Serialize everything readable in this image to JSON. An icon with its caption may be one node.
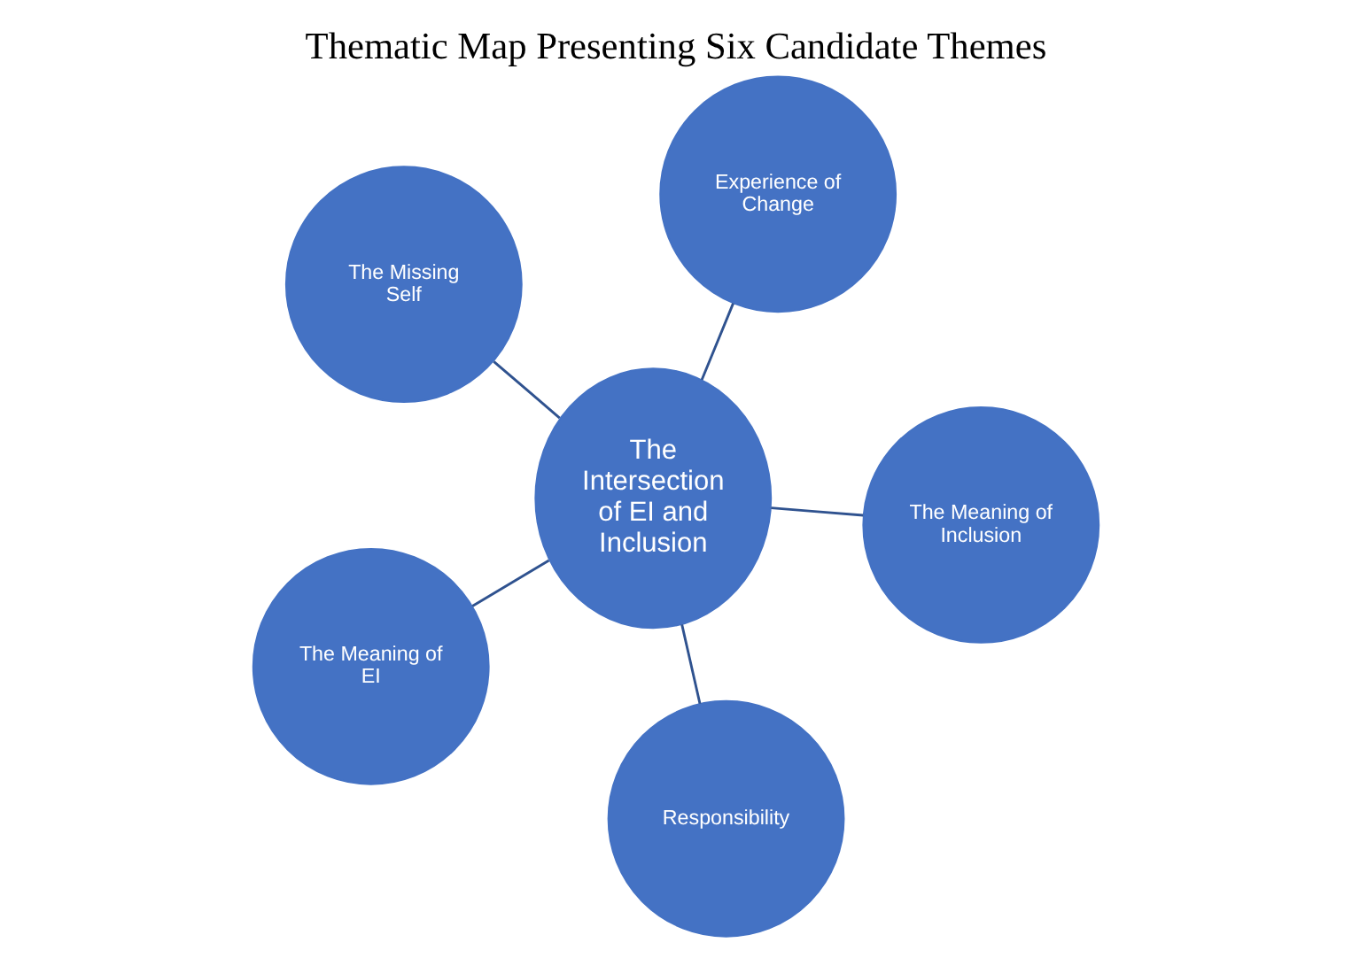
{
  "diagram": {
    "title": "Thematic Map Presenting Six Candidate Themes",
    "nodes": [
      {
        "text": [
          "The Meaning of EI"
        ]
      },
      {
        "text": [
          "The Meaning of Inclusion"
        ]
      },
      {
        "text": [
          "Responsibility"
        ]
      },
      {
        "text": [
          "Experience of Change"
        ]
      },
      {
        "text": [
          "The Intersection of EI and Inclusion"
        ]
      },
      {
        "text": [
          "The Missing Self"
        ]
      }
    ],
    "edges": [
      {
        "from": 4,
        "to": 0,
        "arrow": "none"
      },
      {
        "from": 4,
        "to": 1,
        "arrow": "none"
      },
      {
        "from": 4,
        "to": 2,
        "arrow": "none"
      },
      {
        "from": 4,
        "to": 3,
        "arrow": "none"
      },
      {
        "from": 4,
        "to": 5,
        "arrow": "none"
      }
    ]
  }
}
